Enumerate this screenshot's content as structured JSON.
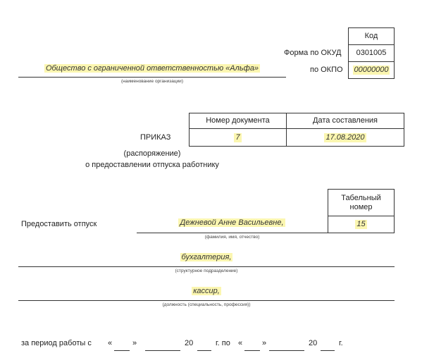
{
  "codes": {
    "header": "Код",
    "okud_label": "Форма по ОКУД",
    "okud_value": "0301005",
    "okpo_label": "по ОКПО",
    "okpo_value": "00000000"
  },
  "organization": {
    "name": "Общество с ограниченной ответственностью «Альфа»",
    "caption": "(наименование организации)"
  },
  "document": {
    "number_header": "Номер документа",
    "date_header": "Дата составления",
    "title": "ПРИКАЗ",
    "number_value": "7",
    "date_value": "17.08.2020",
    "subtitle_line1": "(распоряжение)",
    "subtitle_line2": "о предоставлении отпуска работнику"
  },
  "employee": {
    "grant_label": "Предоставить отпуск",
    "name": "Дежневой Анне Васильевне,",
    "name_caption": "(фамилия, имя, отчество)",
    "tab_header": "Табельный номер",
    "tab_value": "15",
    "department": "бухгалтерия,",
    "department_caption": "(структурное подразделение)",
    "position": "кассир,",
    "position_caption": "(должность (специальность, профессия))"
  },
  "period": {
    "label": "за период работы с",
    "open_quote": "«",
    "close_quote": "»",
    "year_prefix": "20",
    "year_suffix": "г.",
    "to_label": "г. по"
  }
}
